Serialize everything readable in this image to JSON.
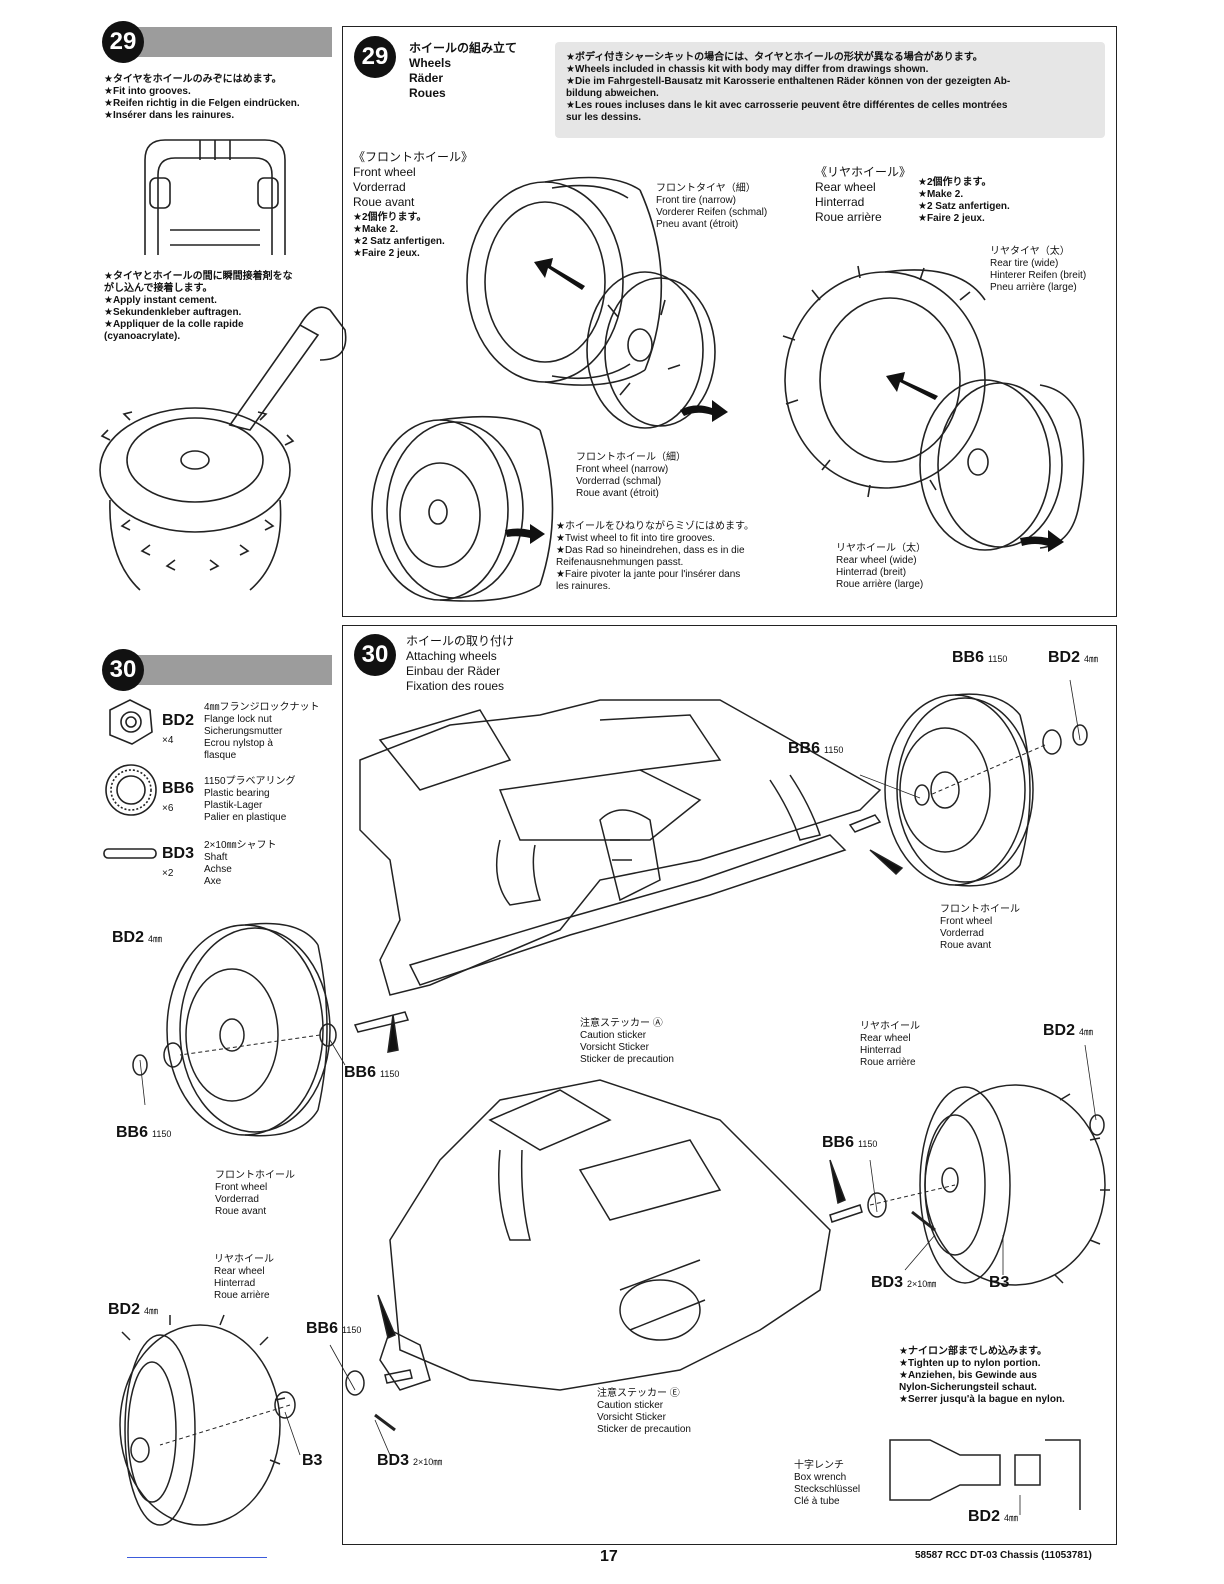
{
  "step29": {
    "number": "29",
    "side": {
      "grooves": "★タイヤをホイールのみぞにはめます。\n★Fit into grooves.\n★Reifen richtig in die Felgen eindrücken.\n★Insérer dans les rainures.",
      "cement": "★タイヤとホイールの間に瞬間接着剤をな\nがし込んで接着します。\n★Apply instant cement.\n★Sekundenkleber auftragen.\n★Appliquer de la colle rapide\n(cyanoacrylate)."
    },
    "title": "ホイールの組み立て\nWheels\nRäder\nRoues",
    "note": "★ボディ付きシャーシキットの場合には、タイヤとホイールの形状が異なる場合があります。\n★Wheels included in chassis kit with body may differ from drawings shown.\n★Die im Fahrgestell-Bausatz mit Karosserie enthaltenen Räder können von der gezeigten Ab-\nbildung abweichen.\n★Les roues incluses dans le kit avec carrosserie peuvent être différentes de celles montrées\nsur les dessins.",
    "front_wheel_heading": "《フロントホイール》\nFront wheel\nVorderrad\nRoue avant",
    "front_make": "★2個作ります。\n★Make 2.\n★2 Satz anfertigen.\n★Faire 2 jeux.",
    "front_tire": "フロントタイヤ（細）\nFront tire (narrow)\nVorderer Reifen (schmal)\nPneu avant (étroit)",
    "front_wheel_part": "フロントホイール（細）\nFront wheel (narrow)\nVorderrad (schmal)\nRoue avant (étroit)",
    "twist": "★ホイールをひねりながらミゾにはめます。\n★Twist wheel to fit into tire grooves.\n★Das Rad so hineindrehen, dass es in die\nReifenausnehmungen passt.\n★Faire pivoter la jante pour l'insérer dans\nles rainures.",
    "rear_wheel_heading": "《リヤホイール》\nRear wheel\nHinterrad\nRoue arrière",
    "rear_make": "★2個作ります。\n★Make 2.\n★2 Satz anfertigen.\n★Faire 2 jeux.",
    "rear_tire": "リヤタイヤ（太）\nRear tire (wide)\nHinterer Reifen (breit)\nPneu arrière (large)",
    "rear_wheel_part": "リヤホイール（太）\nRear wheel (wide)\nHinterrad (breit)\nRoue arrière (large)"
  },
  "step30": {
    "number": "30",
    "title": "ホイールの取り付け\nAttaching wheels\nEinbau der Räder\nFixation des roues",
    "parts": [
      {
        "code": "BD2",
        "qty": "×4",
        "desc": "4㎜フランジロックナット\nFlange lock nut\nSicherungsmutter\nEcrou nylstop à\nflasque"
      },
      {
        "code": "BB6",
        "qty": "×6",
        "desc": "1150プラベアリング\nPlastic bearing\nPlastik-Lager\nPalier en plastique"
      },
      {
        "code": "BD3",
        "qty": "×2",
        "desc": "2×10㎜シャフト\nShaft\nAchse\nAxe"
      }
    ],
    "labels": {
      "bd2": "BD2",
      "bd2_size": "4㎜",
      "bb6": "BB6",
      "bb6_size": "1150",
      "bd3": "BD3",
      "bd3_size": "2×10㎜",
      "b3": "B3"
    },
    "front_wheel": "フロントホイール\nFront wheel\nVorderrad\nRoue avant",
    "rear_wheel": "リヤホイール\nRear wheel\nHinterrad\nRoue arrière",
    "caution_a": "注意ステッカー Ⓐ\nCaution sticker\nVorsicht Sticker\nSticker de precaution",
    "caution_e": "注意ステッカー Ⓔ\nCaution sticker\nVorsicht Sticker\nSticker de precaution",
    "tighten": "★ナイロン部までしめ込みます。\n★Tighten up to nylon portion.\n★Anziehen, bis Gewinde aus\nNylon-Sicherungsteil schaut.\n★Serrer jusqu'à la bague en nylon.",
    "box_wrench": "十字レンチ\nBox wrench\nSteckschlüssel\nClé à tube"
  },
  "footer": {
    "page": "17",
    "model": "58587 RCC DT-03 Chassis (11053781)"
  }
}
